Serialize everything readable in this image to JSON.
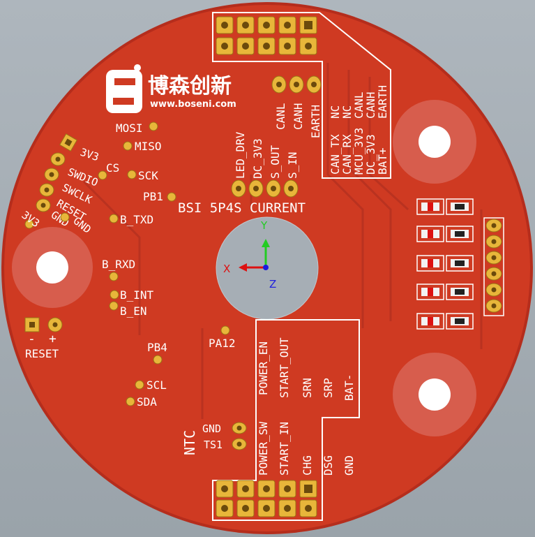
{
  "logo": {
    "brand_cn": "博森创新",
    "website": "www.boseni.com"
  },
  "board_title": "BSI 5P4S CURRENT",
  "axis_labels": {
    "x": "X",
    "y": "Y",
    "z": "Z"
  },
  "top_connector_labels": [
    [
      "CAN_TX",
      "NC"
    ],
    [
      "CAN_RX",
      "NC"
    ],
    [
      "MCU_3V3",
      "CANL"
    ],
    [
      "DC_3V3",
      "CANH"
    ],
    [
      "BAT+",
      "EARTH"
    ]
  ],
  "can_pad_labels": [
    "CANL",
    "CANH",
    "EARTH"
  ],
  "power_pad_labels": [
    "LED_DRV",
    "DC_3V3",
    "S_OUT",
    "S_IN"
  ],
  "left_debug_labels": [
    "3V3",
    "SWDIO",
    "SWCLK",
    "RESET",
    "GND"
  ],
  "left_side_labels": {
    "gnd2": "GND",
    "v3v3_2": "3V3"
  },
  "test_points": {
    "mosi": "MOSI",
    "miso": "MISO",
    "cs": "CS",
    "sck": "SCK",
    "pb1": "PB1",
    "b_txd": "B_TXD",
    "b_rxd": "B_RXD",
    "b_int": "B_INT",
    "b_en": "B_EN",
    "pb4": "PB4",
    "pa12": "PA12",
    "scl": "SCL",
    "sda": "SDA"
  },
  "reset_labels": {
    "minus": "-",
    "plus": "+",
    "name": "RESET"
  },
  "ntc": {
    "title": "NTC",
    "gnd": "GND",
    "ts1": "TS1"
  },
  "bottom_connector_labels": [
    [
      "POWER_SW",
      "POWER_EN"
    ],
    [
      "START_IN",
      "START_OUT"
    ],
    [
      "CHG",
      "SRN"
    ],
    [
      "DSG",
      "SRP"
    ],
    [
      "GND",
      "BAT-"
    ]
  ],
  "colors": {
    "board": "#cf3a22",
    "board_edge": "#a8281a",
    "pad": "#e8b63a",
    "silkscreen": "#ffffff",
    "hole_ring": "#e07a70",
    "background": "#a4acb3"
  },
  "icons": {
    "logo": "boseni-s-logo-icon",
    "axis": "coordinate-axis-icon"
  }
}
